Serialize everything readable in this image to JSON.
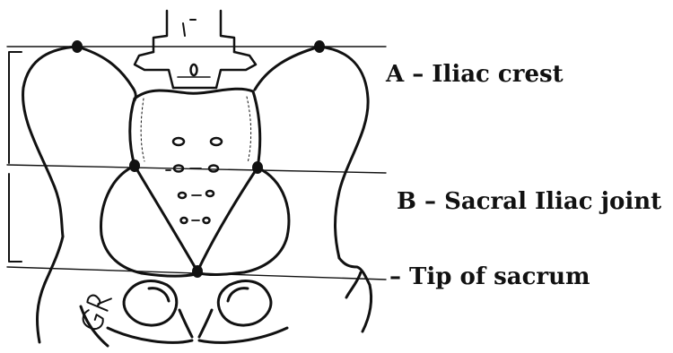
{
  "labels": {
    "a": "A – Iliac crest",
    "b": "B – Sacral Iliac joint",
    "c": "– Tip of sacrum"
  },
  "signature": "GR",
  "colors": {
    "ink": "#111111",
    "background": "#ffffff"
  }
}
